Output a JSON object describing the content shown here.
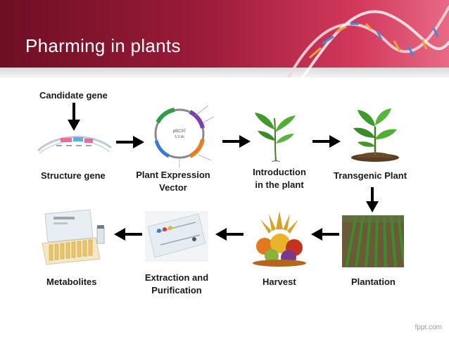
{
  "slide": {
    "title": "Pharming in plants",
    "footer": "fppt.com"
  },
  "labels": {
    "candidate_gene": "Candidate gene",
    "structure_gene": "Structure gene",
    "plant_expression_vector": "Plant Expression Vector",
    "introduction": "Introduction in the plant",
    "transgenic_plant": "Transgenic Plant",
    "plantation": "Plantation",
    "harvest": "Harvest",
    "extraction": "Extraction and Purification",
    "metabolites": "Metabolites"
  },
  "plasmid": {
    "name": "pBC97",
    "size": "5.3 kb"
  },
  "icons": {
    "arrow": "arrow-icon",
    "dna": "dna-helix-icon"
  },
  "colors": {
    "header_dark": "#6e0f24",
    "header_light": "#e86a86",
    "arrow": "#000000",
    "leaf": "#3f9a2b"
  }
}
